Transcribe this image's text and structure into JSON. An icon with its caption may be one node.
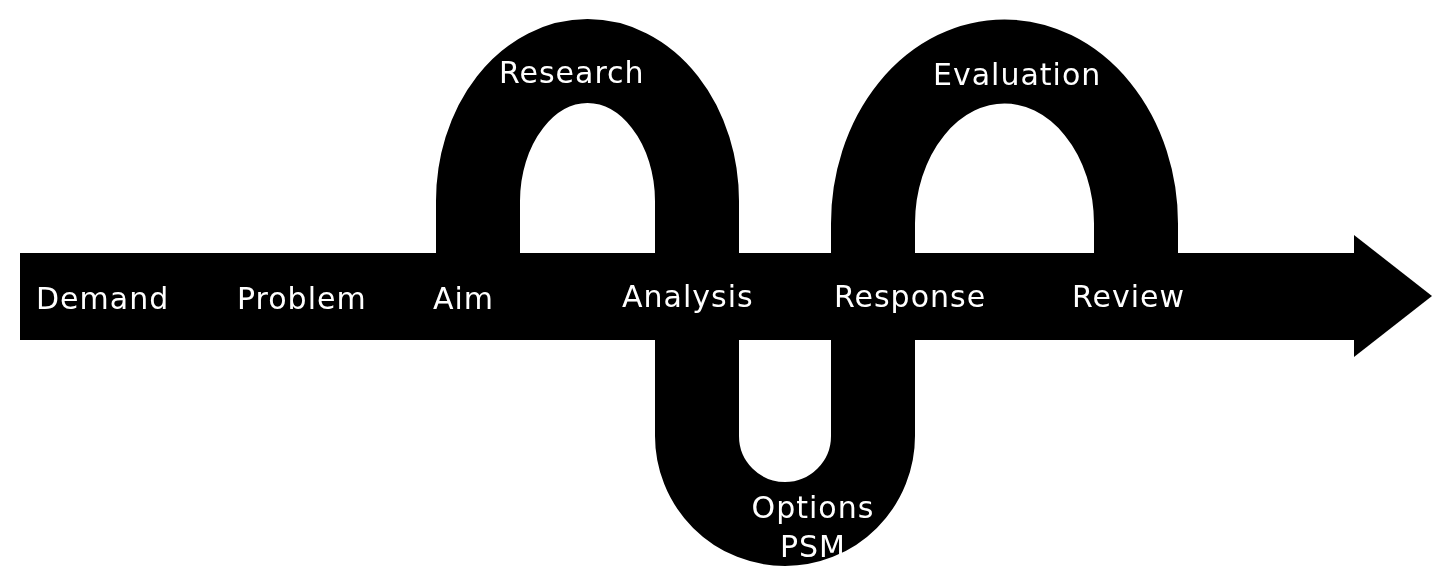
{
  "diagram": {
    "labels": [
      "Research",
      "Evaluation",
      "Demand",
      "Problem",
      "Aim",
      "Analysis",
      "Response",
      "Review",
      "Options PSM"
    ]
  }
}
